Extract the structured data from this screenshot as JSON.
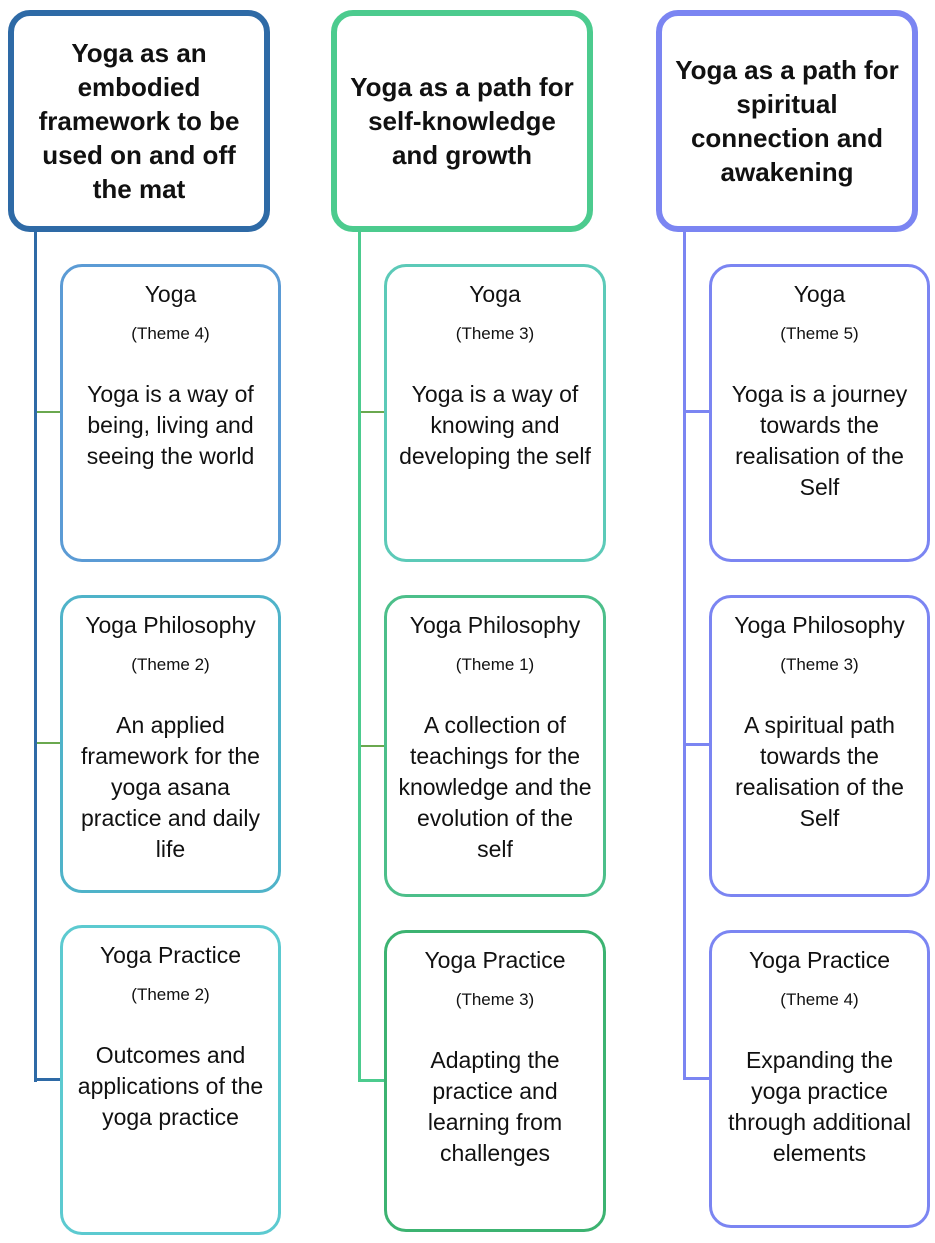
{
  "columns": [
    {
      "header": "Yoga as an embodied framework to be used on and off the mat",
      "color": "#2e6aa6",
      "cards": [
        {
          "title": "Yoga",
          "theme": "(Theme 4)",
          "description": "Yoga is a way of being, living and seeing the world",
          "border": "#5b9bd5"
        },
        {
          "title": "Yoga Philosophy",
          "theme": "(Theme 2)",
          "description": "An applied framework for the yoga asana practice and daily life",
          "border": "#4fb3c9"
        },
        {
          "title": "Yoga Practice",
          "theme": "(Theme 2)",
          "description": "Outcomes and applications of the yoga practice",
          "border": "#5ccad0"
        }
      ]
    },
    {
      "header": "Yoga as a path for self-knowledge and growth",
      "color": "#4ccb8e",
      "cards": [
        {
          "title": "Yoga",
          "theme": "(Theme 3)",
          "description": "Yoga is a way of knowing and developing the self",
          "border": "#5ccab8"
        },
        {
          "title": "Yoga Philosophy",
          "theme": "(Theme 1)",
          "description": "A collection of teachings for the knowledge and the evolution of the self",
          "border": "#4cbf8a"
        },
        {
          "title": "Yoga Practice",
          "theme": "(Theme 3)",
          "description": "Adapting the practice and learning from challenges",
          "border": "#3cb371"
        }
      ]
    },
    {
      "header": "Yoga as a path for spiritual connection and awakening",
      "color": "#7b85f2",
      "cards": [
        {
          "title": "Yoga",
          "theme": "(Theme 5)",
          "description": "Yoga is a journey towards the realisation of the Self",
          "border": "#7b85f2"
        },
        {
          "title": "Yoga Philosophy",
          "theme": "(Theme 3)",
          "description": "A spiritual path towards the realisation of the Self",
          "border": "#7b85f2"
        },
        {
          "title": "Yoga Practice",
          "theme": "(Theme 4)",
          "description": "Expanding the yoga practice through additional elements",
          "border": "#7b85f2"
        }
      ]
    }
  ]
}
